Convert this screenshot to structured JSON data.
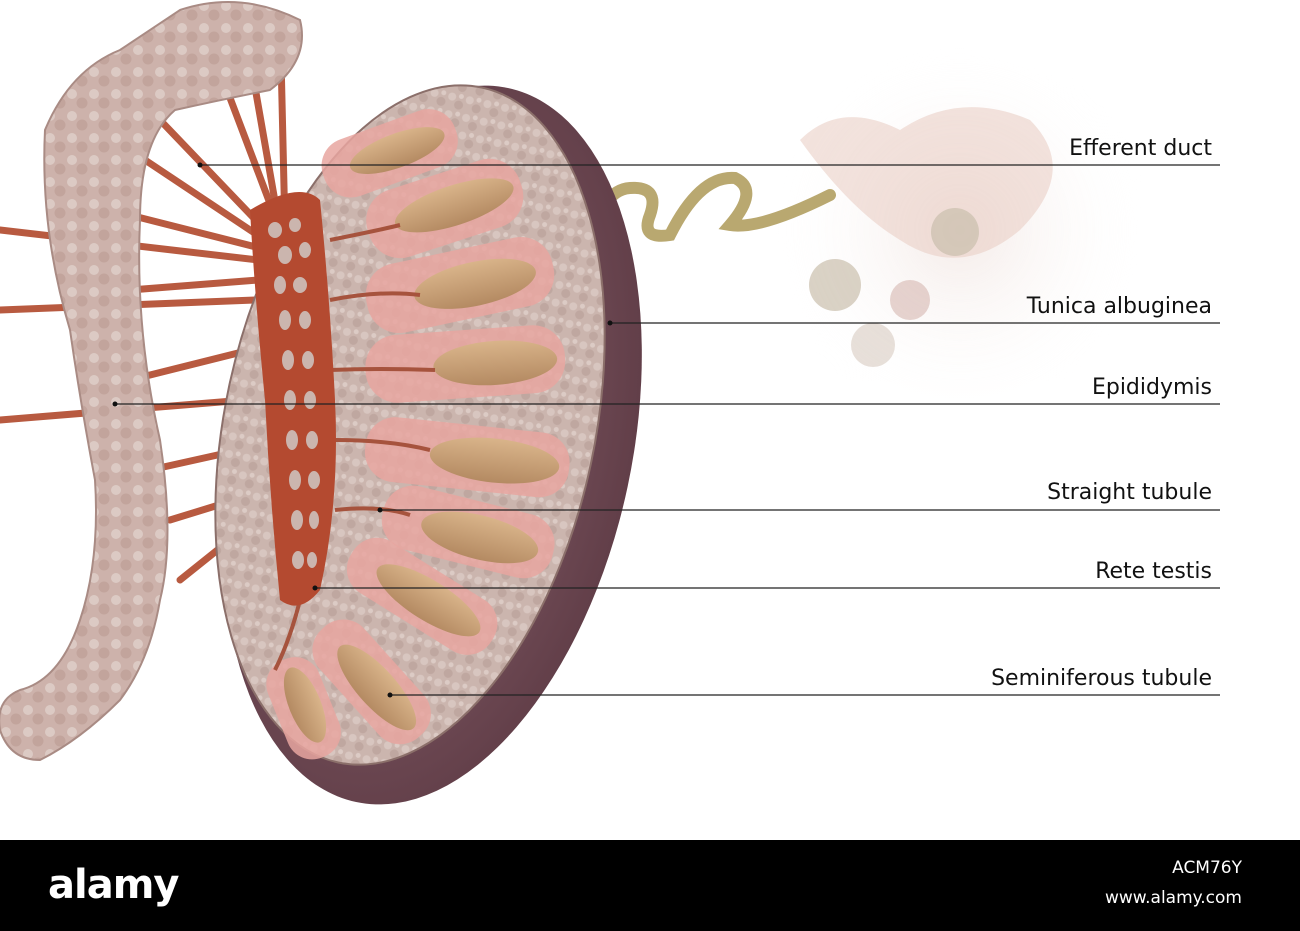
{
  "labels": [
    {
      "key": "efferent_duct",
      "text": "Efferent duct"
    },
    {
      "key": "tunica_albuginea",
      "text": "Tunica albuginea"
    },
    {
      "key": "epididymis",
      "text": "Epididymis"
    },
    {
      "key": "straight_tubule",
      "text": "Straight tubule"
    },
    {
      "key": "rete_testis",
      "text": "Rete testis"
    },
    {
      "key": "seminiferous_tubule",
      "text": "Seminiferous tubule"
    }
  ],
  "footer": {
    "brand": "alamy",
    "image_id": "ACM76Y",
    "site": "www.alamy.com"
  },
  "colors": {
    "tissue": "#c9b3ad",
    "tunica": "#7d5660",
    "rete": "#b44a30",
    "lobule": "#e7a6a0",
    "tubule": "#c9a076",
    "epididymis": "#cdb2ab",
    "leader_line": "#222222"
  }
}
